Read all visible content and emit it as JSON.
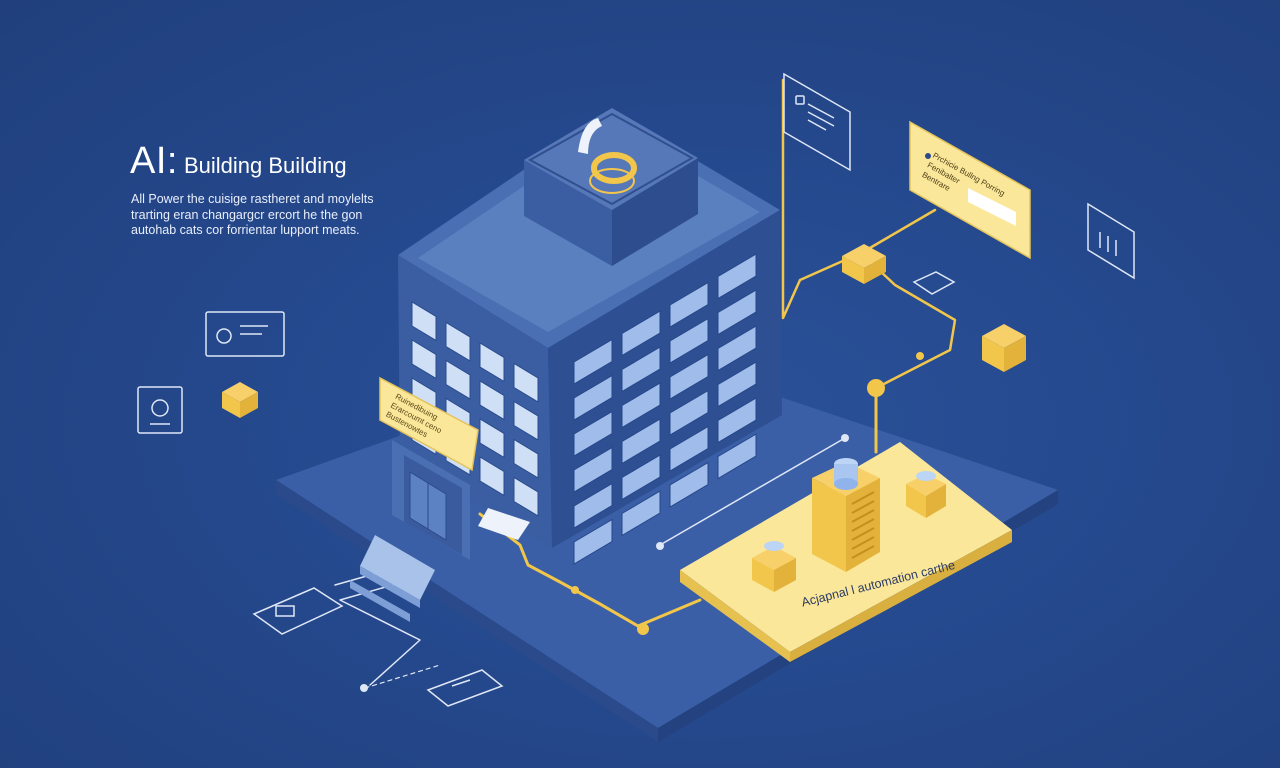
{
  "headline": {
    "ai": "AI:",
    "title": "Building Building"
  },
  "description": {
    "lines": [
      "All Power the cuisige rastheret and moylelts",
      "trarting eran changargcr ercort he the gon",
      "autohab cats cor forrientar lupport meats."
    ]
  },
  "signs": {
    "entrance": [
      "Ruinedibuing",
      "Erarcoumt ceno",
      "Bustenowtes"
    ],
    "floating_card": [
      "Prchicie Bullng Porring",
      "Fenibalter",
      "Bentrare"
    ]
  },
  "platform_label": "Acjapnal l automation carthe",
  "colors": {
    "background": "#24478a",
    "building": "#3b5ea3",
    "accent_yellow": "#f2c64a",
    "pale_yellow": "#fbe79a",
    "line_white": "#dfe7f7"
  }
}
